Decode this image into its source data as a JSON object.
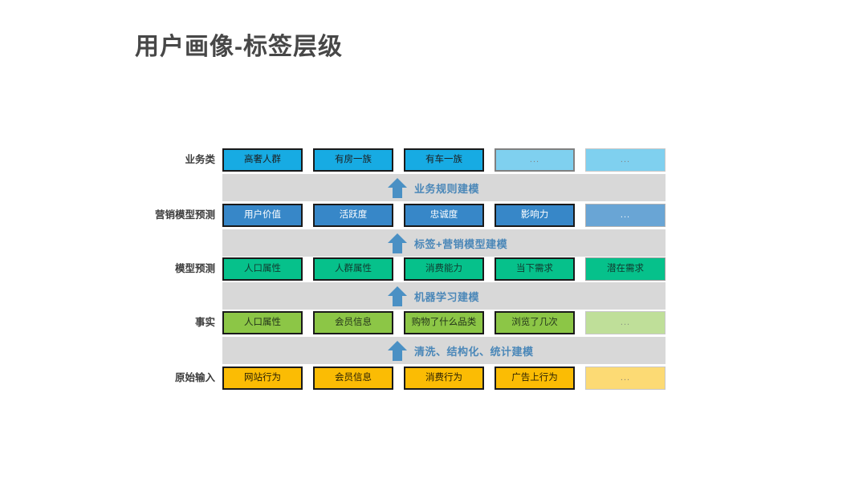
{
  "slide": {
    "title": "用户画像-标签层级",
    "title_color": "#474747",
    "background": "#ffffff"
  },
  "colors": {
    "business": "#17ABE3",
    "marketing": "#3787C8",
    "model": "#06C18B",
    "fact": "#8CC646",
    "raw": "#FBBC04",
    "band_background": "#D8D8D8",
    "band_label": "#4A87B8",
    "arrow": "#4A90C4"
  },
  "diagram": {
    "rows": [
      {
        "label": "业务类",
        "level": "business",
        "cells": [
          "高奢人群",
          "有房一族",
          "有车一族",
          "...",
          "..."
        ]
      },
      {
        "label": "营销模型预测",
        "level": "marketing",
        "cells": [
          "用户价值",
          "活跃度",
          "忠诚度",
          "影响力",
          "..."
        ]
      },
      {
        "label": "模型预测",
        "level": "model",
        "cells": [
          "人口属性",
          "人群属性",
          "消费能力",
          "当下需求",
          "潜在需求"
        ]
      },
      {
        "label": "事实",
        "level": "fact",
        "cells": [
          "人口属性",
          "会员信息",
          "购物了什么品类",
          "浏览了几次",
          "..."
        ]
      },
      {
        "label": "原始输入",
        "level": "raw",
        "cells": [
          "网站行为",
          "会员信息",
          "消费行为",
          "广告上行为",
          "..."
        ]
      }
    ],
    "bands": [
      {
        "label": "业务规则建模",
        "icon": "up-arrow-icon"
      },
      {
        "label": "标签+营销模型建模",
        "icon": "up-arrow-icon"
      },
      {
        "label": "机器学习建模",
        "icon": "up-arrow-icon"
      },
      {
        "label": "清洗、结构化、统计建模",
        "icon": "up-arrow-icon"
      }
    ]
  }
}
